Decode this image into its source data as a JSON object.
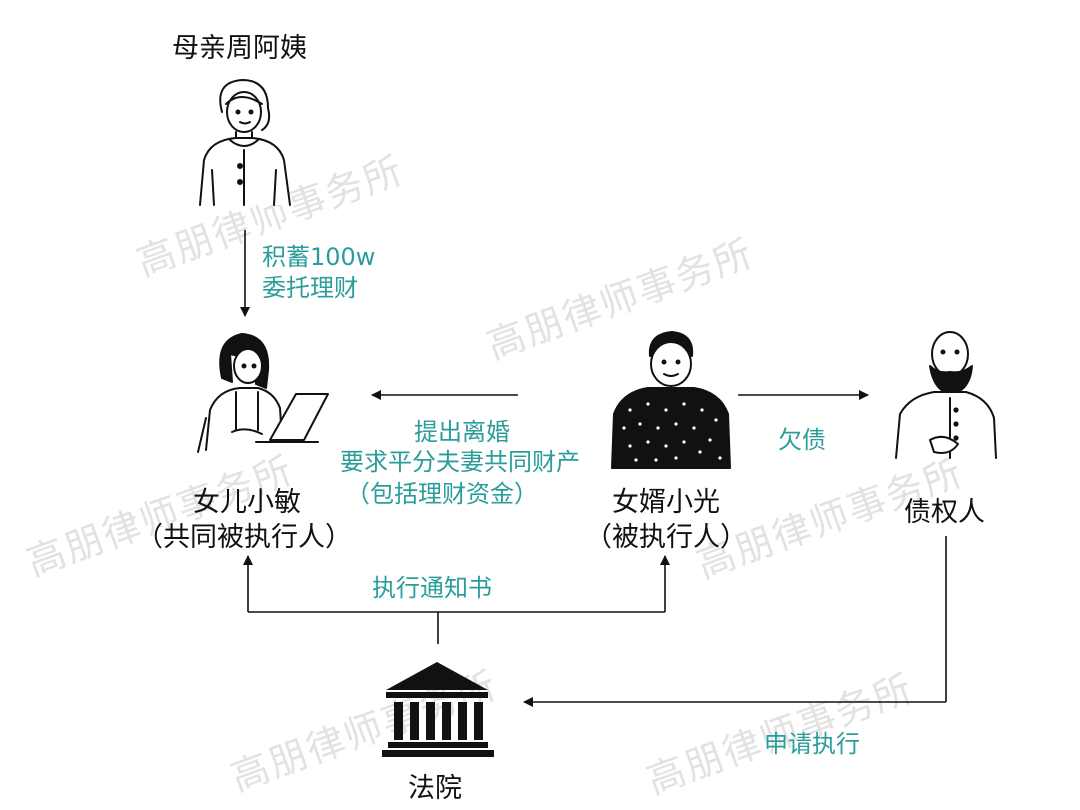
{
  "nodes": {
    "mother": {
      "name": "母亲周阿姨"
    },
    "daughter": {
      "name_line1": "女儿小敏",
      "name_line2": "（共同被执行人）"
    },
    "soninlaw": {
      "name_line1": "女婿小光",
      "name_line2": "（被执行人）"
    },
    "creditor": {
      "name": "债权人"
    },
    "court": {
      "name": "法院"
    }
  },
  "edges": {
    "mother_to_daughter": {
      "line1": "积蓄100w",
      "line2": "委托理财"
    },
    "soninlaw_to_daughter": {
      "line1": "提出离婚",
      "line2": "要求平分夫妻共同财产",
      "line3": "（包括理财资金）"
    },
    "soninlaw_to_creditor": {
      "label": "欠债"
    },
    "court_to_parties": {
      "label": "执行通知书"
    },
    "creditor_to_court": {
      "label": "申请执行"
    }
  },
  "watermark": "高朋律师事务所",
  "colors": {
    "accent": "#2a9d9b",
    "text": "#111111",
    "line": "#111111"
  }
}
